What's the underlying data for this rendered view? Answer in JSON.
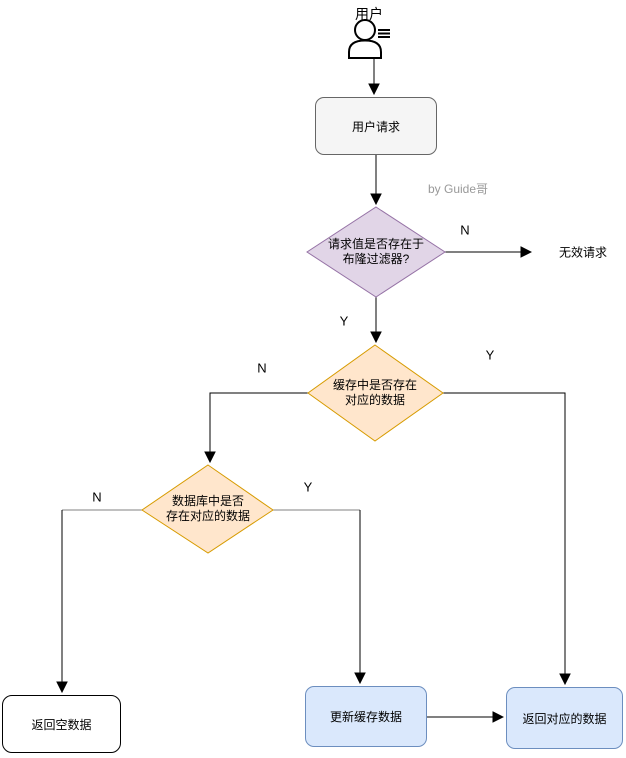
{
  "diagram_title": "cache-request-flowchart",
  "colors": {
    "purple_fill": "#E1D5E7",
    "purple_stroke": "#9673A6",
    "orange_fill": "#FFE6CC",
    "orange_stroke": "#D79B00",
    "blue_fill": "#DAE8FC",
    "blue_stroke": "#6C8EBF",
    "gray_fill": "#F5F5F5",
    "gray_stroke": "#666666",
    "white_fill": "#FFFFFF",
    "edge_black": "#000000",
    "edge_gray": "#808080",
    "watermark_color": "#999999"
  },
  "nodes": {
    "actor_label": "用户",
    "user_request": "用户请求",
    "bloom_line1": "请求值是否存在于",
    "bloom_line2": "布隆过滤器?",
    "invalid_request": "无效请求",
    "cache_line1": "缓存中是否存在",
    "cache_line2": "对应的数据",
    "db_line1": "数据库中是否",
    "db_line2": "存在对应的数据",
    "return_empty": "返回空数据",
    "update_cache": "更新缓存数据",
    "return_data": "返回对应的数据"
  },
  "edge_labels": {
    "bloom_n": "N",
    "bloom_y": "Y",
    "cache_n": "N",
    "cache_y": "Y",
    "db_n": "N",
    "db_y": "Y"
  },
  "watermark": {
    "text": "by Guide哥"
  }
}
